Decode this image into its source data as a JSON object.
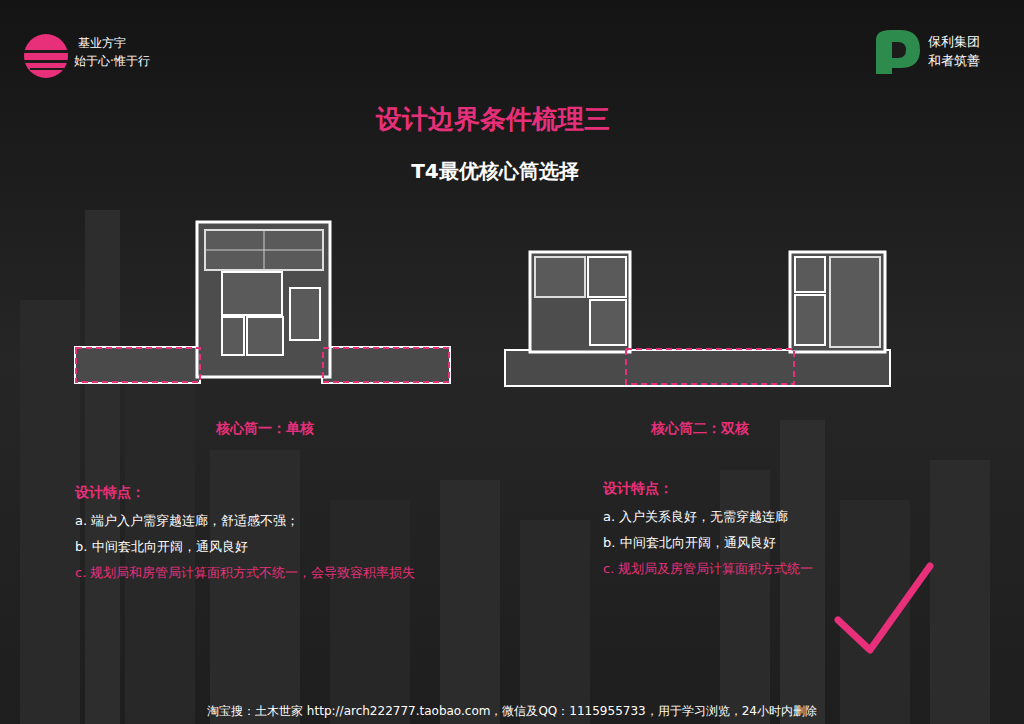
{
  "diagram": {
    "title": "设计边界条件梳理三",
    "labels": [
      "基业方宇",
      "始于心·惟于行",
      "保利集团",
      "和者筑善",
      "T4最优核心筒选择",
      "核心筒一：单核",
      "核心筒二：双核",
      "设计特点：",
      "a. 端户入户需穿越连廊，舒适感不强；",
      "b. 中间套北向开阔，通风良好",
      "c. 规划局和房管局计算面积方式不统一，会导致容积率损失",
      "设计特点：",
      "a. 入户关系良好，无需穿越连廊",
      "b. 中间套北向开阔，通风良好",
      "c. 规划局及房管局计算面积方式统一",
      "淘宝搜：土木世家 http://arch222777.taobao.com，微信及QQ：1115955733，用于学习浏览，24小时内删除"
    ]
  }
}
